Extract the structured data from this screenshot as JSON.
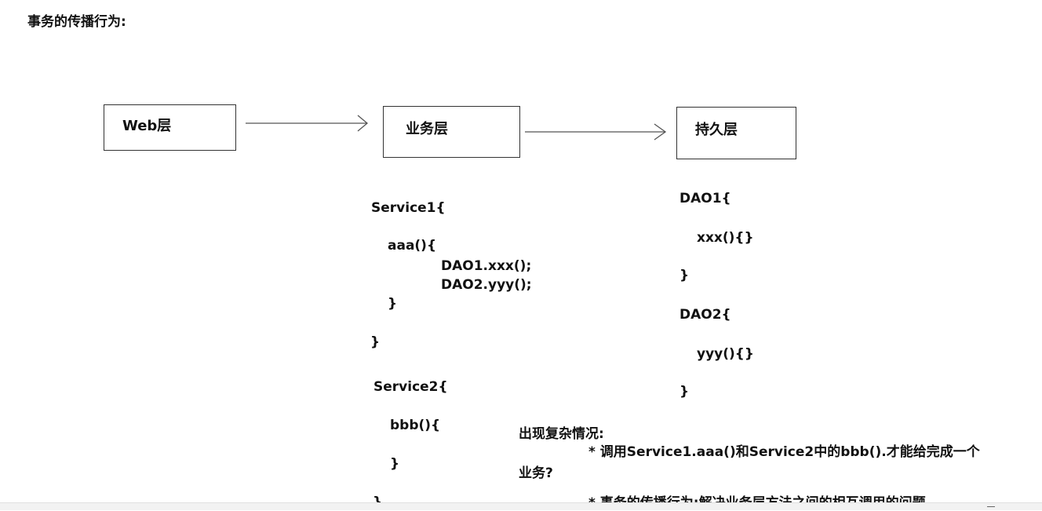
{
  "title": "事务的传播行为:",
  "layers": {
    "web": "Web层",
    "service": "业务层",
    "persistence": "持久层"
  },
  "service_code": [
    "Service1{",
    "aaa(){",
    "DAO1.xxx();",
    "DAO2.yyy();",
    "}",
    "}",
    "Service2{",
    "bbb(){",
    "}",
    "}"
  ],
  "dao_code": [
    "DAO1{",
    "xxx(){}",
    "}",
    "DAO2{",
    "yyy(){}",
    "}"
  ],
  "notes": {
    "heading": "出现复杂情况:",
    "line1": "* 调用Service1.aaa()和Service2中的bbb().才能给完成一个",
    "line2": "业务?",
    "line3": "* 事务的传播行为:解决业务层方法之间的相互调用的问题"
  }
}
